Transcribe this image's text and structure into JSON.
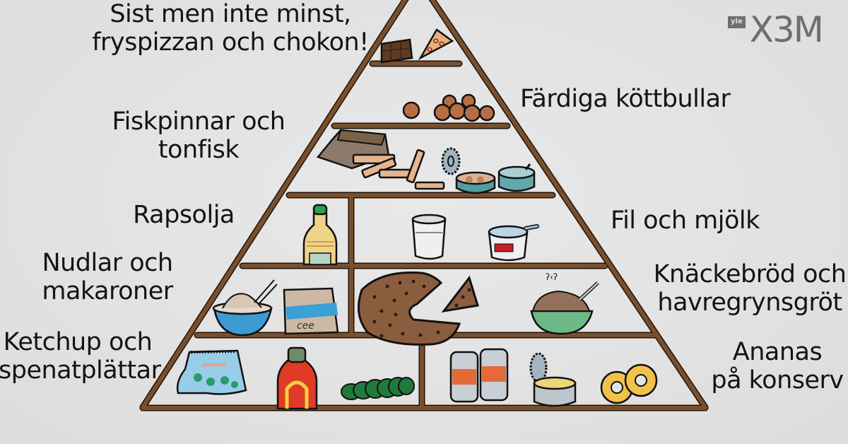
{
  "logo": {
    "badge": "yle",
    "name": "X3M"
  },
  "pyramid": {
    "tiers": [
      {
        "level": 1,
        "label_lines": [
          "Sist men inte minst,",
          "fryspizzan och chokon!"
        ],
        "items": [
          "chocolate-bar",
          "frozen-pizza-slice"
        ]
      },
      {
        "level": 2,
        "label_lines": [
          "Färdiga köttbullar"
        ],
        "items": [
          "meatballs"
        ]
      },
      {
        "level": 3,
        "label_lines": [
          "Fiskpinnar och",
          "tonfisk"
        ],
        "items": [
          "fish-sticks-box",
          "fish-sticks",
          "tuna-can-lid",
          "tuna-can-open",
          "tuna-can-closed"
        ]
      },
      {
        "level": 4,
        "sections": [
          {
            "label_lines": [
              "Rapsolja"
            ],
            "items": [
              "rapeseed-oil-bottle"
            ]
          },
          {
            "label_lines": [
              "Fil och mjölk"
            ],
            "items": [
              "glass-of-milk",
              "sour-milk-cup"
            ]
          }
        ]
      },
      {
        "level": 5,
        "sections": [
          {
            "label_lines": [
              "Nudlar och",
              "makaroner"
            ],
            "items": [
              "noodle-bowl",
              "macaroni-bag"
            ]
          },
          {
            "label_lines": [
              "Knäckebröd och",
              "havregrynsgröt"
            ],
            "items": [
              "crispbread-round",
              "crispbread-slice",
              "porridge-bowl"
            ]
          }
        ]
      },
      {
        "level": 6,
        "sections": [
          {
            "label_lines": [
              "Ketchup och",
              "spenatplättar"
            ],
            "items": [
              "spinach-pancake-bag",
              "ketchup-bottle",
              "spinach-pancakes"
            ]
          },
          {
            "label_lines": [
              "Ananas",
              "på konserv"
            ],
            "items": [
              "pineapple-cans",
              "open-can",
              "pineapple-rings"
            ]
          }
        ]
      }
    ]
  },
  "colors": {
    "background": "#e3e3e3",
    "frame": "#6b4426",
    "text": "#141414",
    "logo": "#6e6e6e"
  }
}
